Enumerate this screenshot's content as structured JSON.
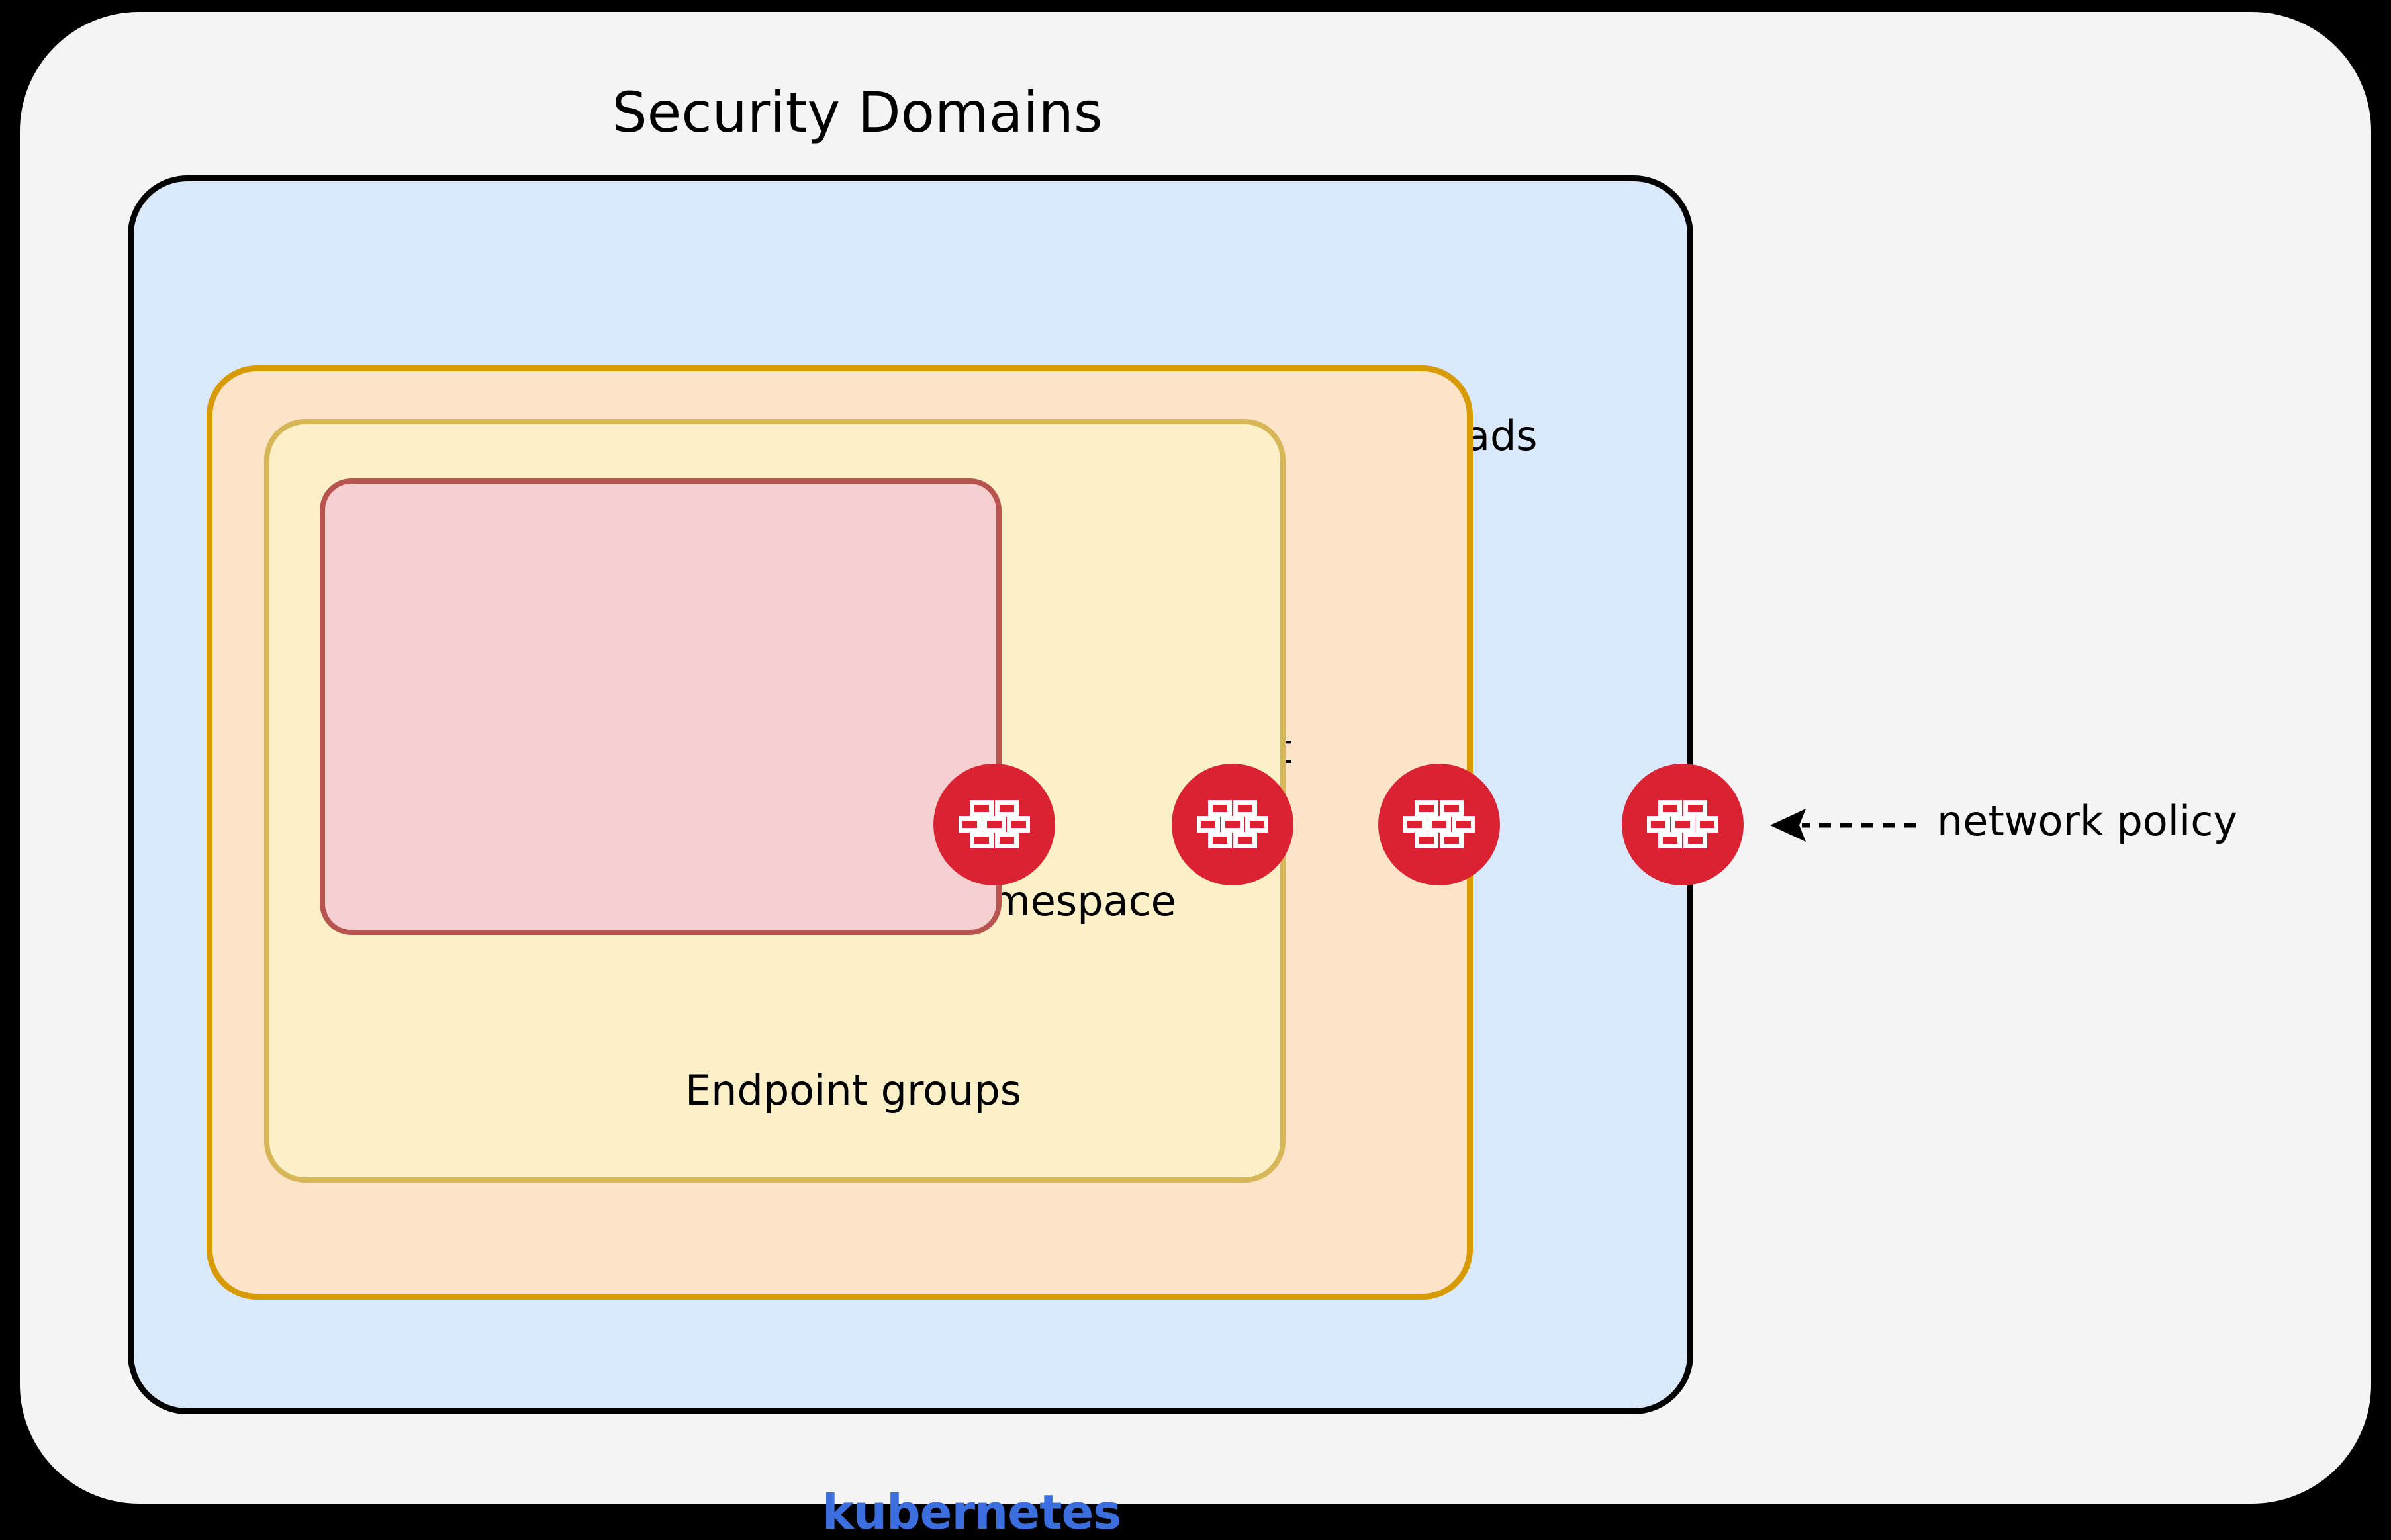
{
  "diagram": {
    "title": "Security Domains",
    "background_color": "#F4F4F4",
    "layers": [
      {
        "id": "cluster",
        "label": "Cluster workloads",
        "fill": "#DAE8FC",
        "stroke": "#000000"
      },
      {
        "id": "tenant",
        "label": "Tenant",
        "fill": "#FDE3C8",
        "stroke": "#D79B00"
      },
      {
        "id": "namespace",
        "label": "Namespace",
        "fill": "#FCF0C8",
        "stroke": "#D6B656"
      },
      {
        "id": "endpoint-groups",
        "label": "Endpoint groups",
        "fill": "#F6CFD0",
        "stroke": "#B85450"
      }
    ],
    "platform": {
      "label": "kubernetes",
      "color": "#3B6FE0"
    },
    "markers": {
      "icon": "firewall-icon",
      "color": "#DB2233",
      "count": 4,
      "placed_on": [
        "endpoint-groups-boundary",
        "namespace-boundary",
        "tenant-boundary",
        "cluster-boundary"
      ]
    },
    "annotation": {
      "label": "network policy",
      "arrow": "dashed-arrow-left",
      "points_to": "firewall-icon"
    }
  }
}
